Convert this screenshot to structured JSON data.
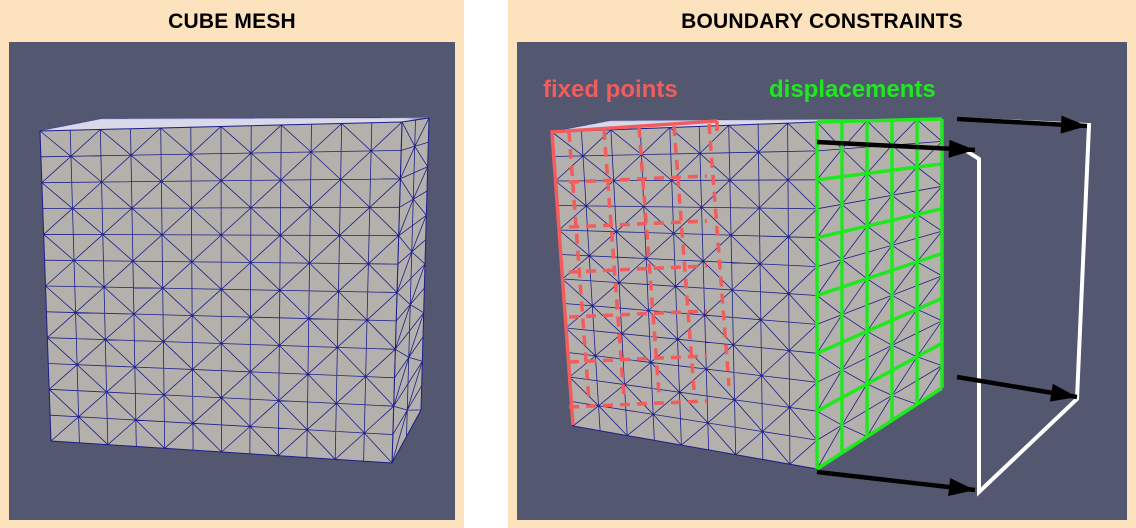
{
  "figure": {
    "left_panel": {
      "title": "CUBE MESH"
    },
    "right_panel": {
      "title": "BOUNDARY CONSTRAINTS",
      "fixed_label": "fixed points",
      "displacement_label": "displacements"
    }
  },
  "colors": {
    "panel_background": "#fde3bd",
    "viewport_background": "#535770",
    "mesh_face": "#b4b0ab",
    "mesh_line": "#1d1f8a",
    "fixed_points": "#f25c5c",
    "displacements": "#1ee81e",
    "target_outline": "#ffffff",
    "arrows": "#000000"
  }
}
